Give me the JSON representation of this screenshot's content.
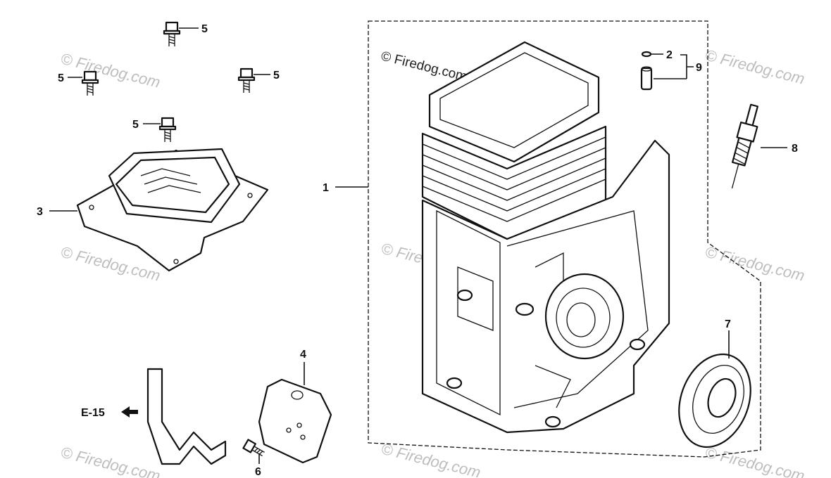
{
  "credit": "© Firedog.com",
  "watermark": "© Firedog.com",
  "ref_label": "E-15",
  "callouts": {
    "c1": "1",
    "c2": "2",
    "c3": "3",
    "c4": "4",
    "c5a": "5",
    "c5b": "5",
    "c5c": "5",
    "c5d": "5",
    "c6": "6",
    "c7": "7",
    "c8": "8",
    "c9": "9"
  },
  "icons": [
    "bolt-icon",
    "arrow-left-icon"
  ]
}
